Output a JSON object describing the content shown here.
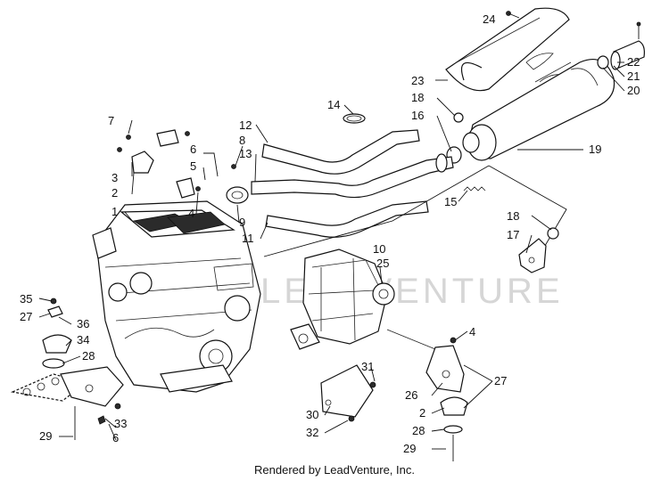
{
  "watermark": "LEADVENTURE",
  "footer": "Rendered by LeadVenture, Inc.",
  "callouts": {
    "c1": "1",
    "c2a": "2",
    "c2b": "2",
    "c3": "3",
    "c4a": "4",
    "c4b": "4",
    "c5": "5",
    "c6a": "6",
    "c6b": "6",
    "c7": "7",
    "c8": "8",
    "c9": "9",
    "c10": "10",
    "c11": "11",
    "c12": "12",
    "c13": "13",
    "c14": "14",
    "c15": "15",
    "c16": "16",
    "c17": "17",
    "c18a": "18",
    "c18b": "18",
    "c19": "19",
    "c20": "20",
    "c21": "21",
    "c22": "22",
    "c23": "23",
    "c24": "24",
    "c25": "25",
    "c26": "26",
    "c27a": "27",
    "c27b": "27",
    "c28a": "28",
    "c28b": "28",
    "c29a": "29",
    "c29b": "29",
    "c30": "30",
    "c31": "31",
    "c32": "32",
    "c33": "33",
    "c34": "34",
    "c35": "35",
    "c36": "36"
  }
}
